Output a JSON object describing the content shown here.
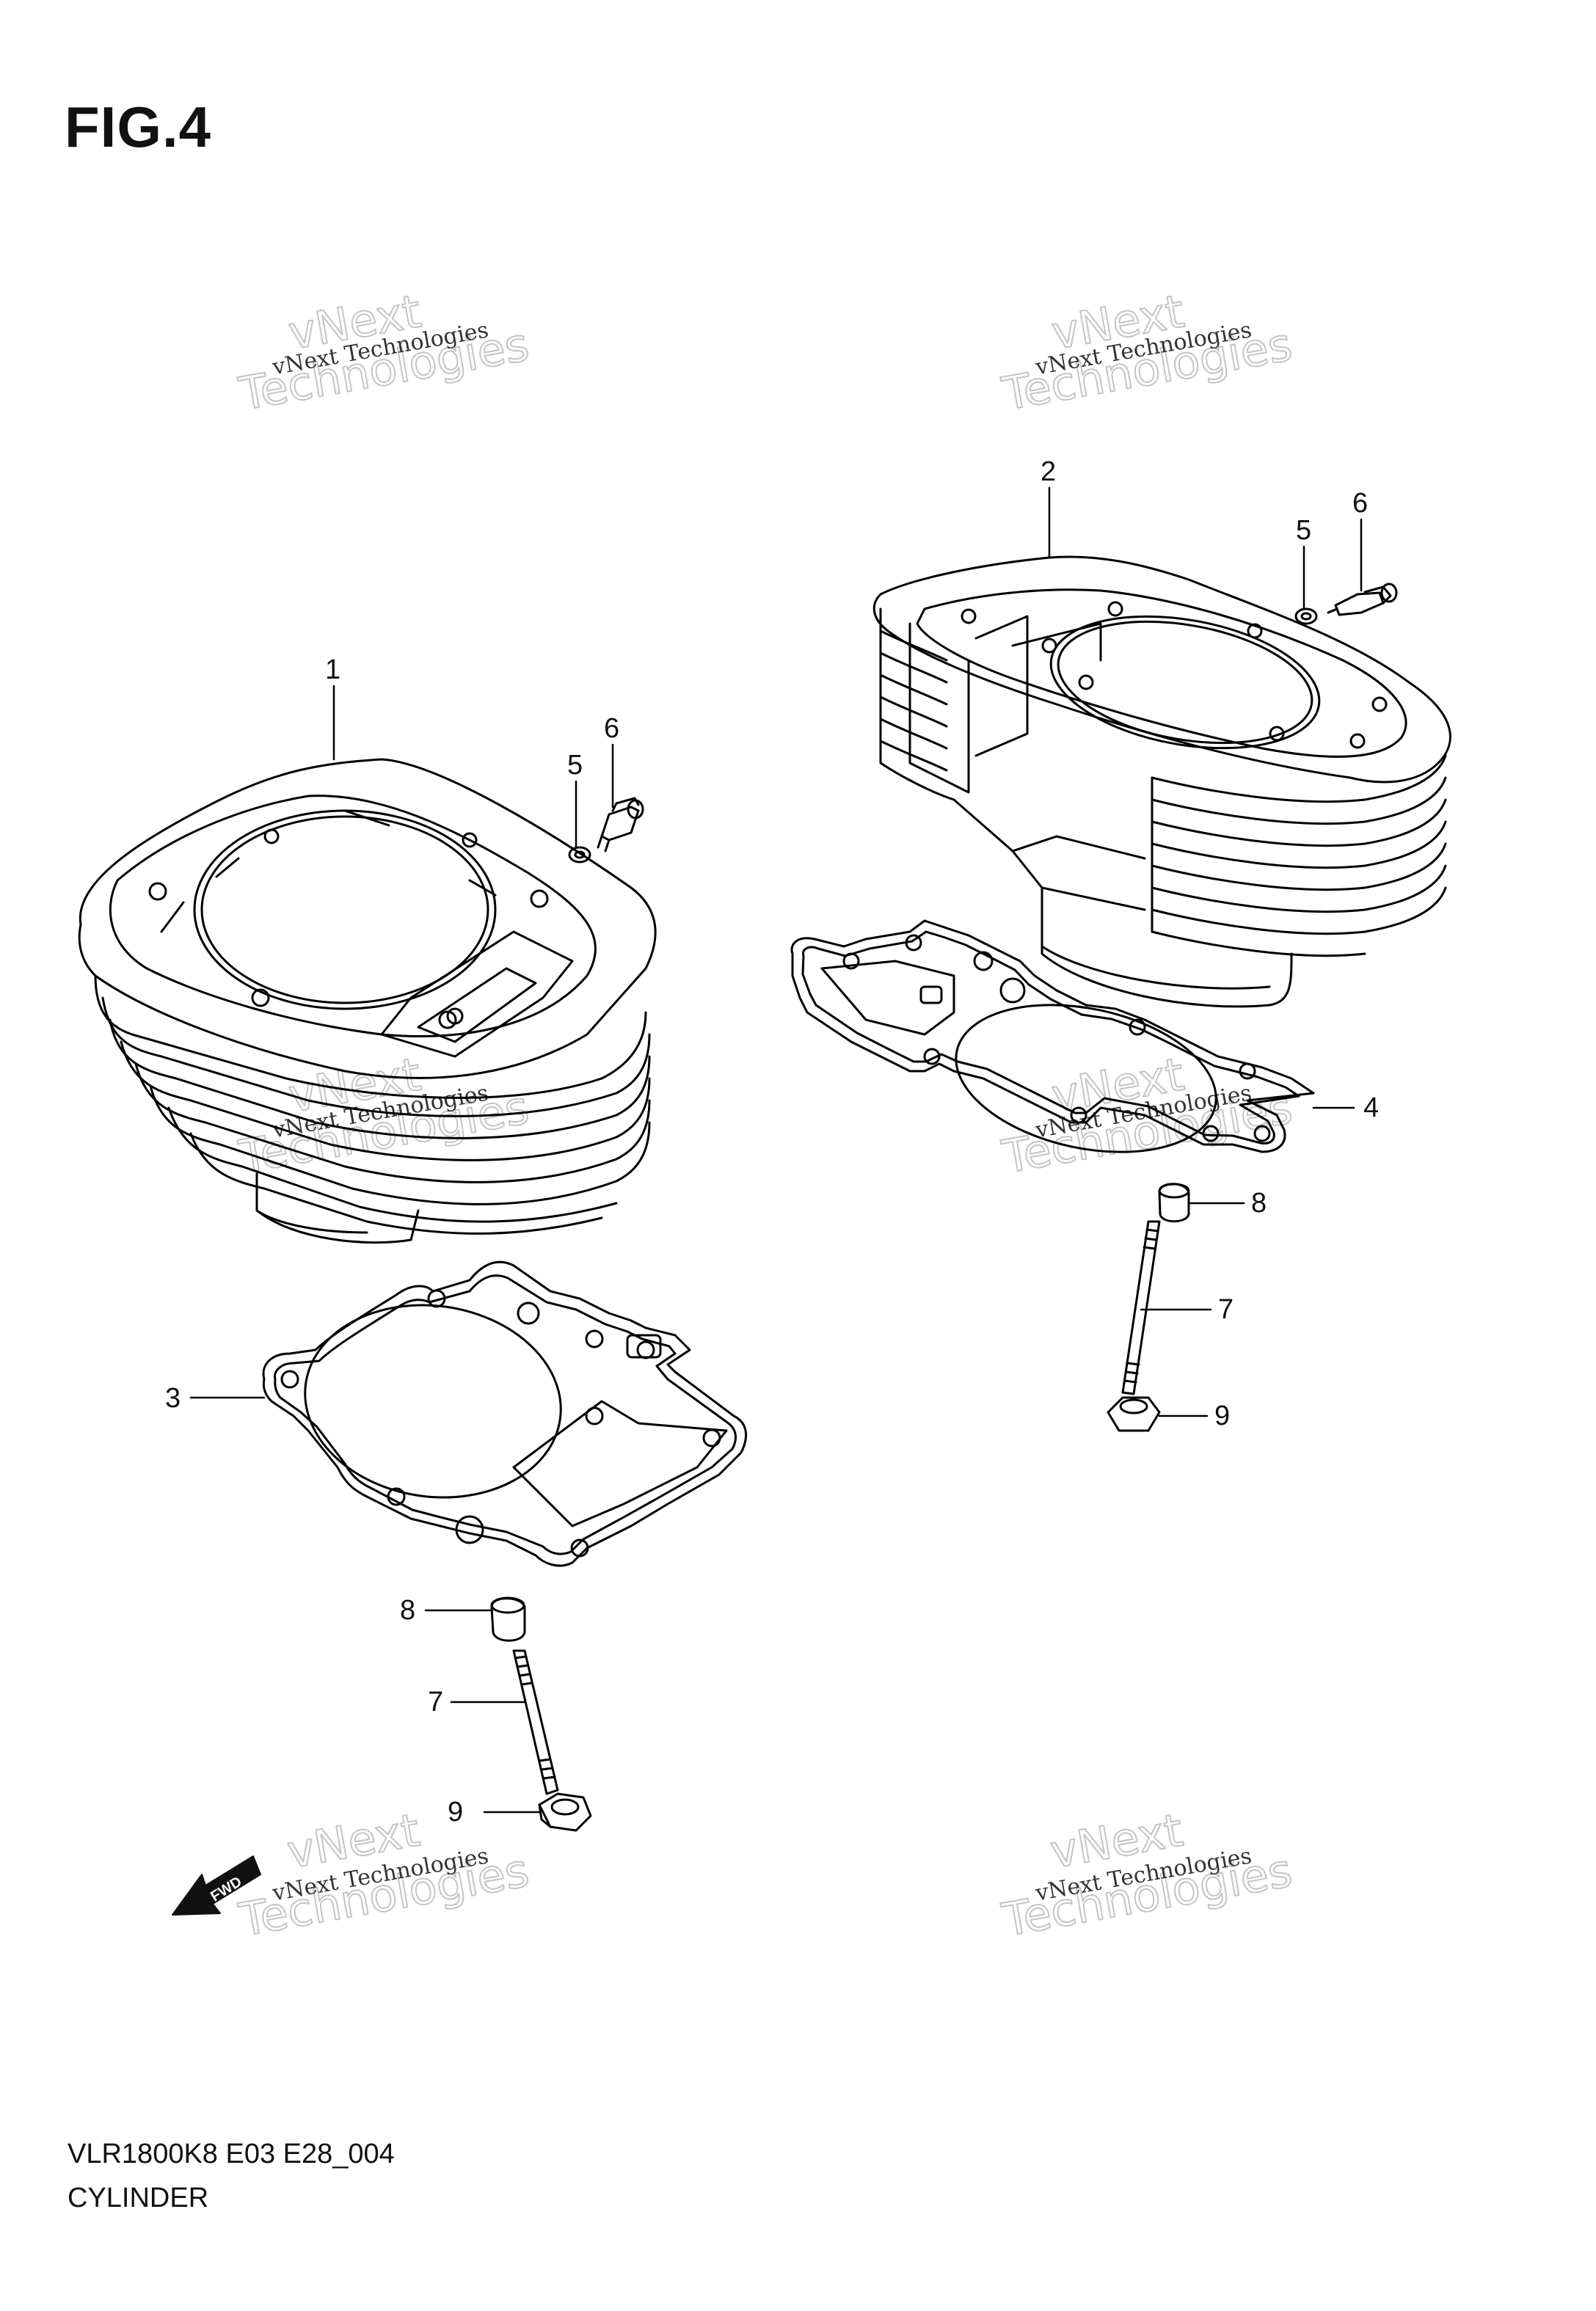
{
  "figure": {
    "title": "FIG.4",
    "model_code": "VLR1800K8 E03 E28_004",
    "caption": "CYLINDER"
  },
  "watermark": {
    "line_small": "vNext Technologies",
    "line_big_1": "vNext",
    "line_big_2": "Technologies"
  },
  "fwd_arrow": {
    "label": "FWD"
  },
  "callouts": {
    "front_cylinder": "1",
    "rear_cylinder": "2",
    "front_gasket": "3",
    "rear_gasket": "4",
    "front_washer": "5",
    "front_plug": "6",
    "rear_washer": "5",
    "rear_plug": "6",
    "front_dowel": "8",
    "front_stud": "7",
    "front_nut": "9",
    "rear_dowel": "8",
    "rear_stud": "7",
    "rear_nut": "9"
  }
}
